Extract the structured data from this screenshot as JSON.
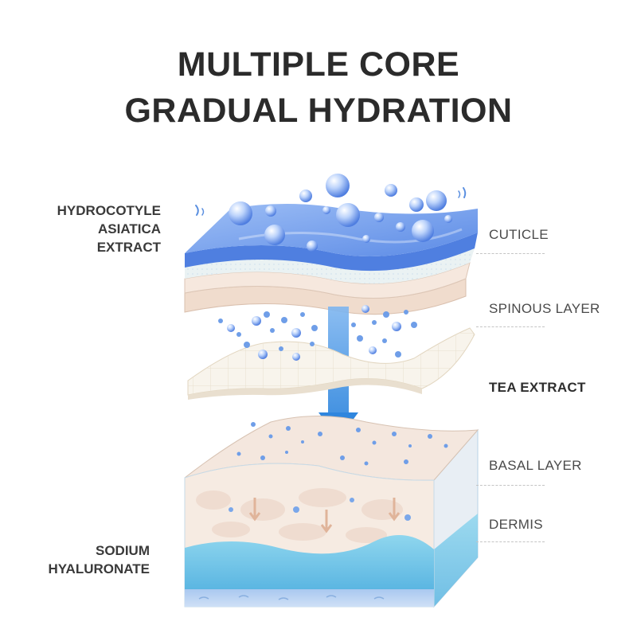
{
  "title": {
    "line1": "MULTIPLE CORE",
    "line2": "GRADUAL HYDRATION"
  },
  "left_labels": {
    "hydrocotyle": [
      "HYDROCOTYLE",
      "ASIATICA",
      "EXTRACT"
    ],
    "sodium": [
      "SODIUM",
      "HYALURONATE"
    ]
  },
  "right_labels": {
    "cuticle": "CUTICLE",
    "spinous": "SPINOUS LAYER",
    "tea": "TEA EXTRACT",
    "basal": "BASAL LAYER",
    "dermis": "DERMIS"
  },
  "colors": {
    "title": "#2b2b2b",
    "blue_layer": "#6f9ee8",
    "skin": "#f3e6dc",
    "sheet": "#f7f3ea",
    "arrow": "#3d8fe0",
    "gel": "#7fcbe8"
  }
}
